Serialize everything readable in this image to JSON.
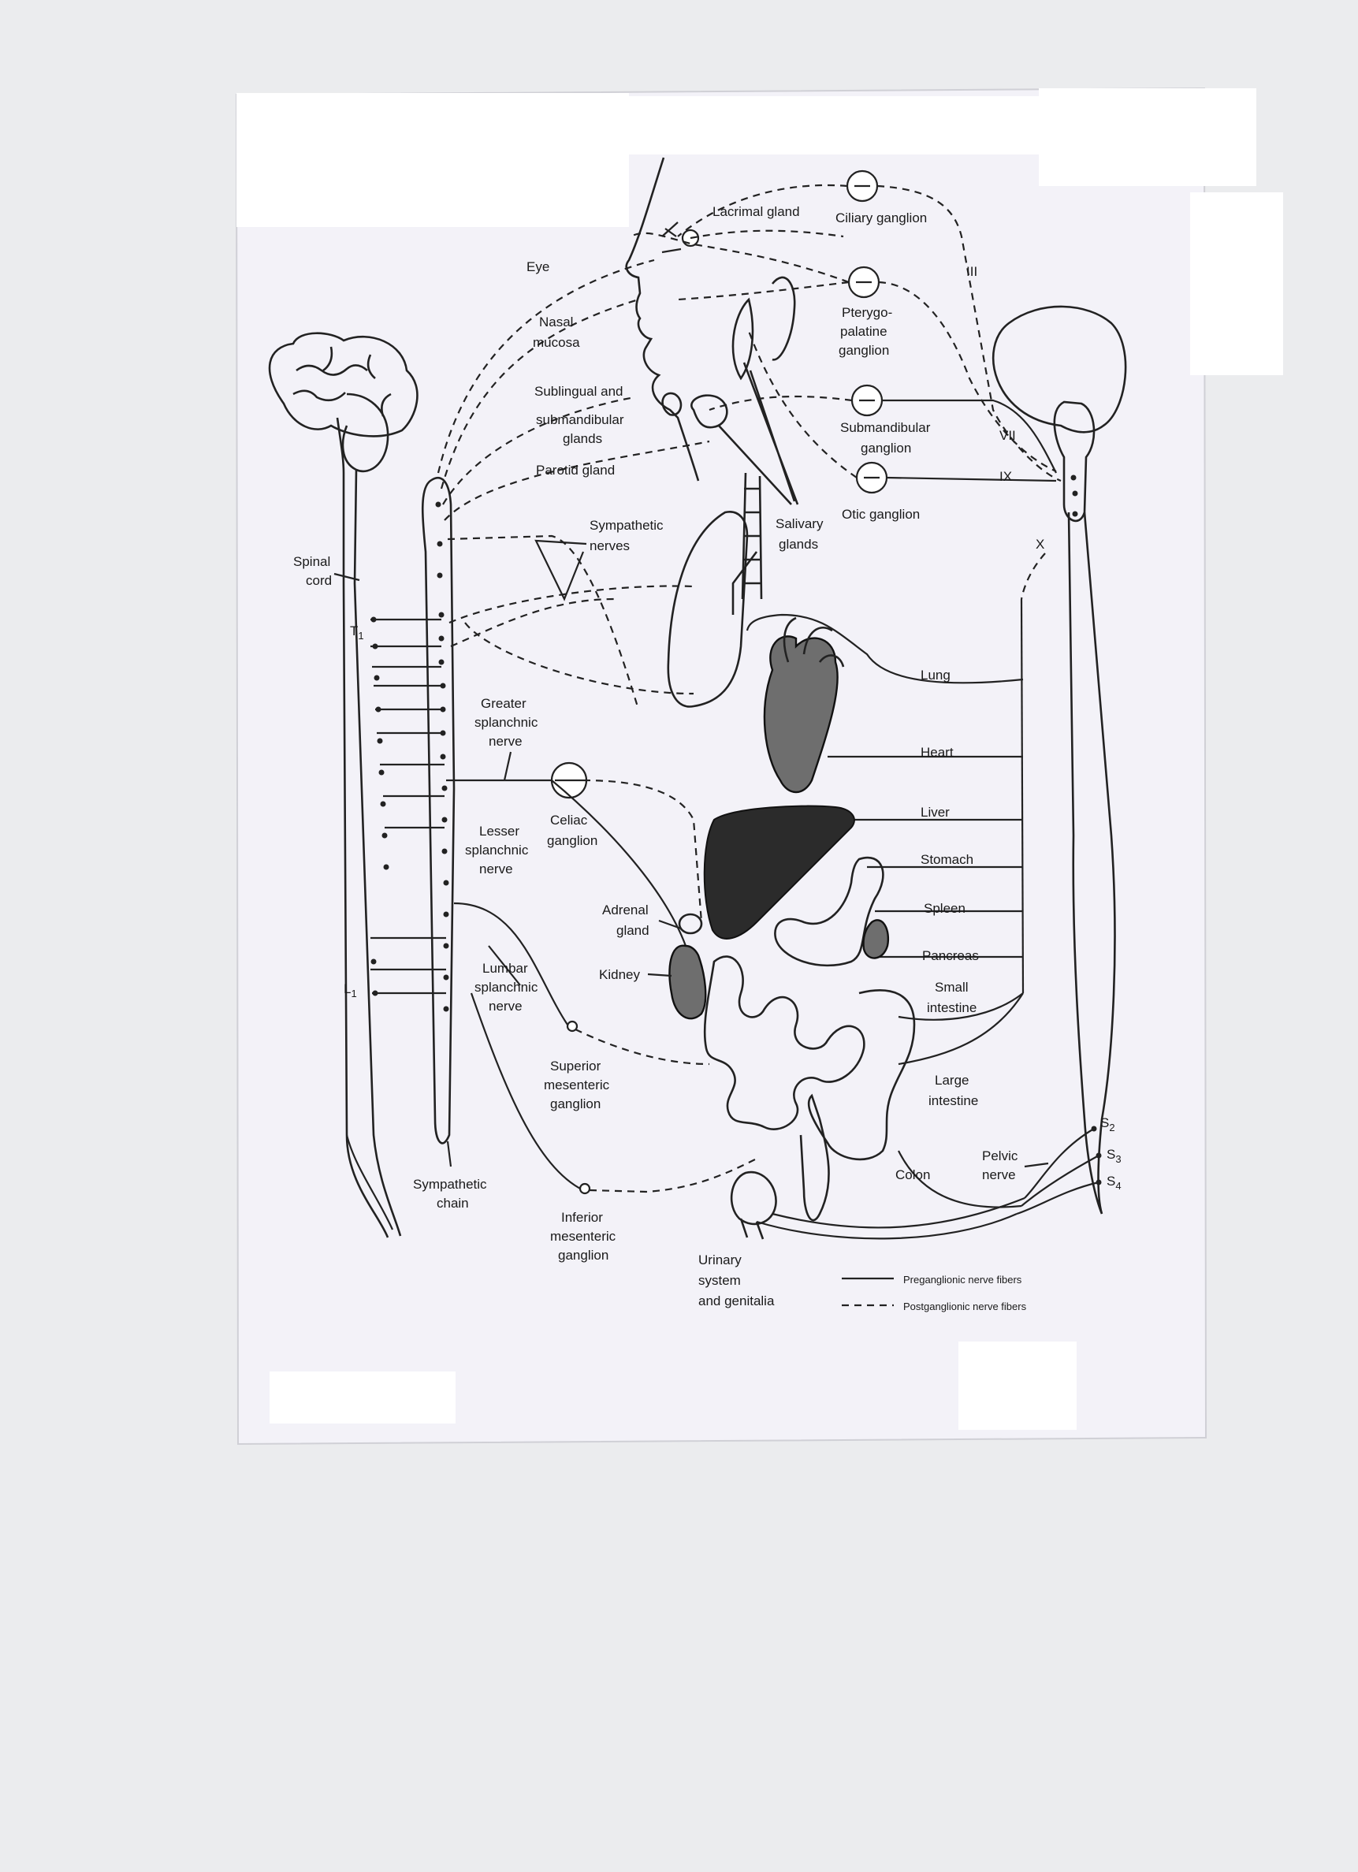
{
  "labels": {
    "lacrimal_gland": "Lacrimal gland",
    "ciliary_ganglion": "Ciliary ganglion",
    "eye": "Eye",
    "cn3": "III",
    "nasal_1": "Nasal",
    "nasal_2": "mucosa",
    "ptery_1": "Pterygo-",
    "ptery_2": "palatine",
    "ptery_3": "ganglion",
    "subling_1": "Sublingual and",
    "subling_2": "submandibular",
    "subling_3": "glands",
    "submand_1": "Submandibular",
    "submand_2": "ganglion",
    "cn7": "VII",
    "parotid": "Parotid gland",
    "cn9": "IX",
    "otic": "Otic ganglion",
    "symp_1": "Sympathetic",
    "symp_2": "nerves",
    "saliv_1": "Salivary",
    "saliv_2": "glands",
    "cn10": "X",
    "spinal_1": "Spinal",
    "spinal_2": "cord",
    "t1": "T",
    "t1_sub": "1",
    "lung": "Lung",
    "greater_1": "Greater",
    "greater_2": "splanchnic",
    "greater_3": "nerve",
    "heart": "Heart",
    "liver": "Liver",
    "celiac_1": "Celiac",
    "celiac_2": "ganglion",
    "lesser_1": "Lesser",
    "lesser_2": "splanchnic",
    "lesser_3": "nerve",
    "stomach": "Stomach",
    "adrenal_1": "Adrenal",
    "adrenal_2": "gland",
    "spleen": "Spleen",
    "pancreas": "Pancreas",
    "kidney": "Kidney",
    "lumbar_1": "Lumbar",
    "lumbar_2": "splanchnic",
    "lumbar_3": "nerve",
    "l1": "L",
    "l1_sub": "1",
    "small_1": "Small",
    "small_2": "intestine",
    "sup_1": "Superior",
    "sup_2": "mesenteric",
    "sup_3": "ganglion",
    "large_1": "Large",
    "large_2": "intestine",
    "s2": "S",
    "s2_sub": "2",
    "s3": "S",
    "s3_sub": "3",
    "s4": "S",
    "s4_sub": "4",
    "pelvic_1": "Pelvic",
    "pelvic_2": "nerve",
    "colon": "Colon",
    "chain_1": "Sympathetic",
    "chain_2": "chain",
    "inf_1": "Inferior",
    "inf_2": "mesenteric",
    "inf_3": "ganglion",
    "urin_1": "Urinary",
    "urin_2": "system",
    "urin_3": "and genitalia"
  },
  "legend": {
    "preganglionic": "Preganglionic nerve fibers",
    "postganglionic": "Postganglionic nerve fibers"
  }
}
